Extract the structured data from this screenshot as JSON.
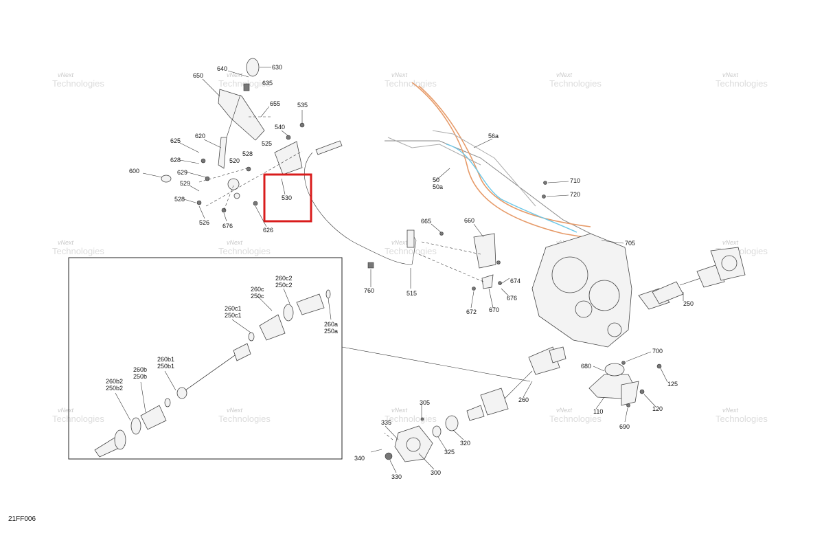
{
  "diagram_code": "21FF006",
  "watermark": {
    "line1": "vNext",
    "line2": "Technologies"
  },
  "highlight_color": "#d91c1c",
  "labels": [
    "640",
    "630",
    "635",
    "650",
    "655",
    "535",
    "540",
    "625",
    "620",
    "628",
    "629",
    "520",
    "528",
    "525",
    "600",
    "529",
    "528",
    "526",
    "676",
    "626",
    "530",
    "56a",
    "50",
    "50a",
    "710",
    "720",
    "665",
    "660",
    "705",
    "760",
    "515",
    "674",
    "676",
    "672",
    "670",
    "250",
    "260c2",
    "250c2",
    "260c",
    "250c",
    "260c1",
    "250c1",
    "260a",
    "250a",
    "260b1",
    "250b1",
    "260b",
    "250b",
    "260b2",
    "250b2",
    "700",
    "680",
    "125",
    "260",
    "120",
    "110",
    "690",
    "305",
    "335",
    "325",
    "320",
    "340",
    "330",
    "300"
  ]
}
